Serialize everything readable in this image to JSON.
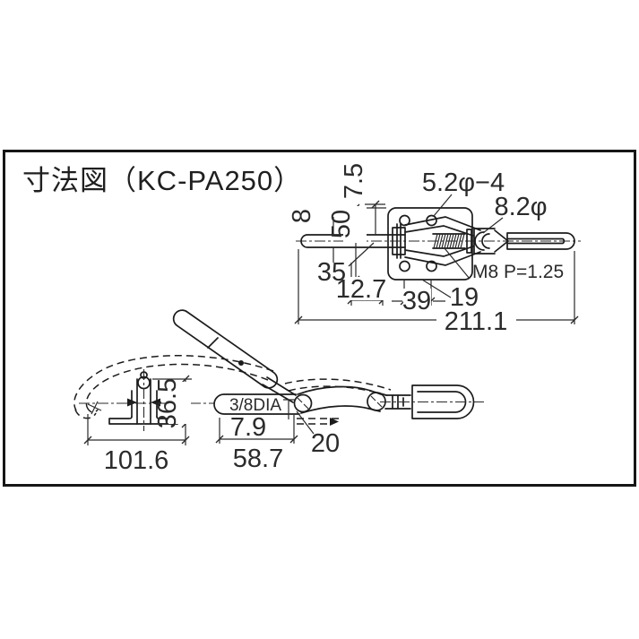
{
  "title": "寸法図（KC-PA250）",
  "drawing": {
    "model": "KC-PA250",
    "line_color": "#1c1c1c",
    "top_view": {
      "rod_offset": "7.5",
      "mount_holes": "5.2φ−4",
      "spindle_dia": "8.2φ",
      "handle_dia": "8",
      "plate_width": "50",
      "d35": "35",
      "d12_7": "12.7",
      "hole_span": "39",
      "d19": "19",
      "thread_spec": "M8 P=1.25",
      "overall_length": "211.1"
    },
    "side_view": {
      "height": "36.5",
      "bar_dia": "3/8DIA",
      "d7_9": "7.9",
      "d20": "20",
      "base_length": "101.6",
      "d58_7": "58.7"
    }
  }
}
